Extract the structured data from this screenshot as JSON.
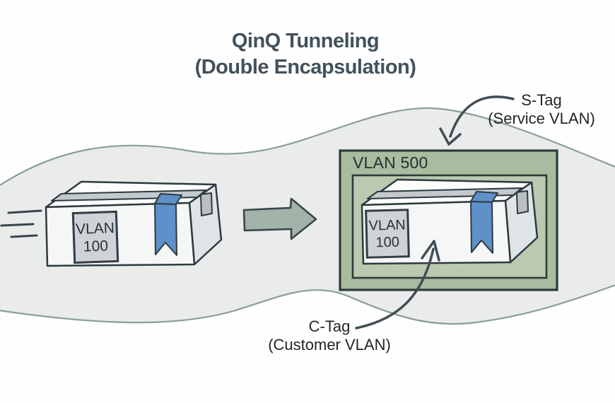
{
  "diagram": {
    "title_line1": "QinQ Tunneling",
    "title_line2": "(Double Encapsulation)",
    "service_vlan_box": {
      "label": "VLAN 500"
    },
    "customer_packet_outer": {
      "label_line1": "VLAN",
      "label_line2": "100"
    },
    "customer_packet_inner": {
      "label_line1": "VLAN",
      "label_line2": "100"
    },
    "annotations": {
      "s_tag_line1": "S-Tag",
      "s_tag_line2": "(Service VLAN)",
      "c_tag_line1": "C-Tag",
      "c_tag_line2": "(Customer VLAN)"
    },
    "colors": {
      "service_box_fill": "#a8bc9f",
      "service_box_inner_fill": "#bac9b0",
      "outline_dark": "#2e3a3e",
      "ribbon_blue": "#5e90c9",
      "tunnel_band_fill": "#e9eceb",
      "tunnel_band_stroke": "#8aa08e",
      "flow_arrow_fill": "#a2b3a9",
      "title_color": "#42515b",
      "annotation_color": "#20262a",
      "packet_label_fill": "#cdd3d6"
    }
  }
}
